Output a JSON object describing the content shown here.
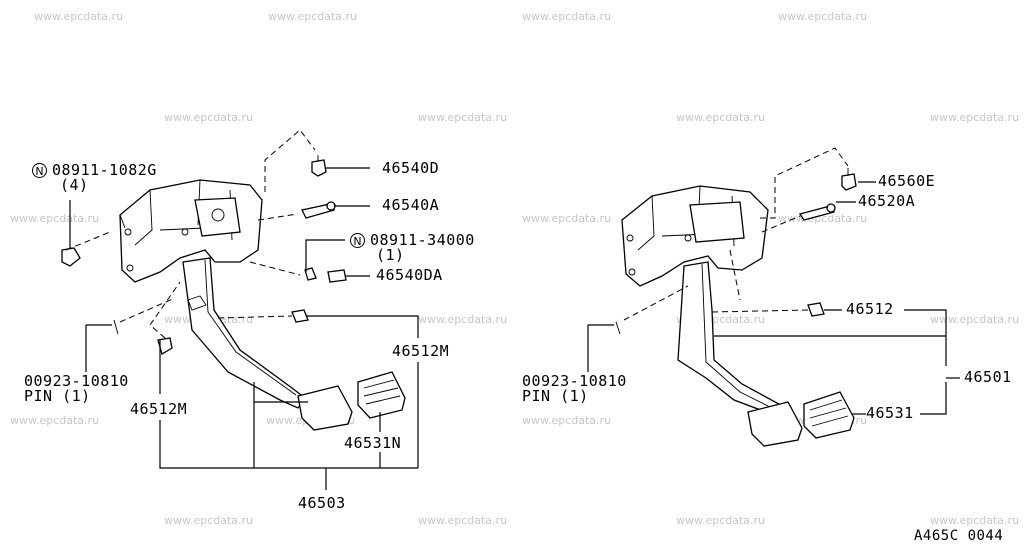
{
  "watermark": "www.epcdata.ru",
  "diagram_code": "A465C 0044",
  "left": {
    "n_symbol_1": "N",
    "callout_08911_1082G": "08911-1082G",
    "qty_4": "(4)",
    "callout_46540D": "46540D",
    "callout_46540A": "46540A",
    "n_symbol_2": "N",
    "callout_08911_34000": "08911-34000",
    "qty_1": "(1)",
    "callout_46540DA": "46540DA",
    "callout_46512M_right": "46512M",
    "callout_00923_10810": "00923-10810",
    "pin_label": "PIN (1)",
    "callout_46512M_left": "46512M",
    "callout_46531N": "46531N",
    "callout_46503": "46503"
  },
  "right": {
    "callout_46560E": "46560E",
    "callout_46520A": "46520A",
    "callout_46512": "46512",
    "callout_46501": "46501",
    "callout_00923_10810": "00923-10810",
    "pin_label": "PIN (1)",
    "callout_46531": "46531"
  }
}
